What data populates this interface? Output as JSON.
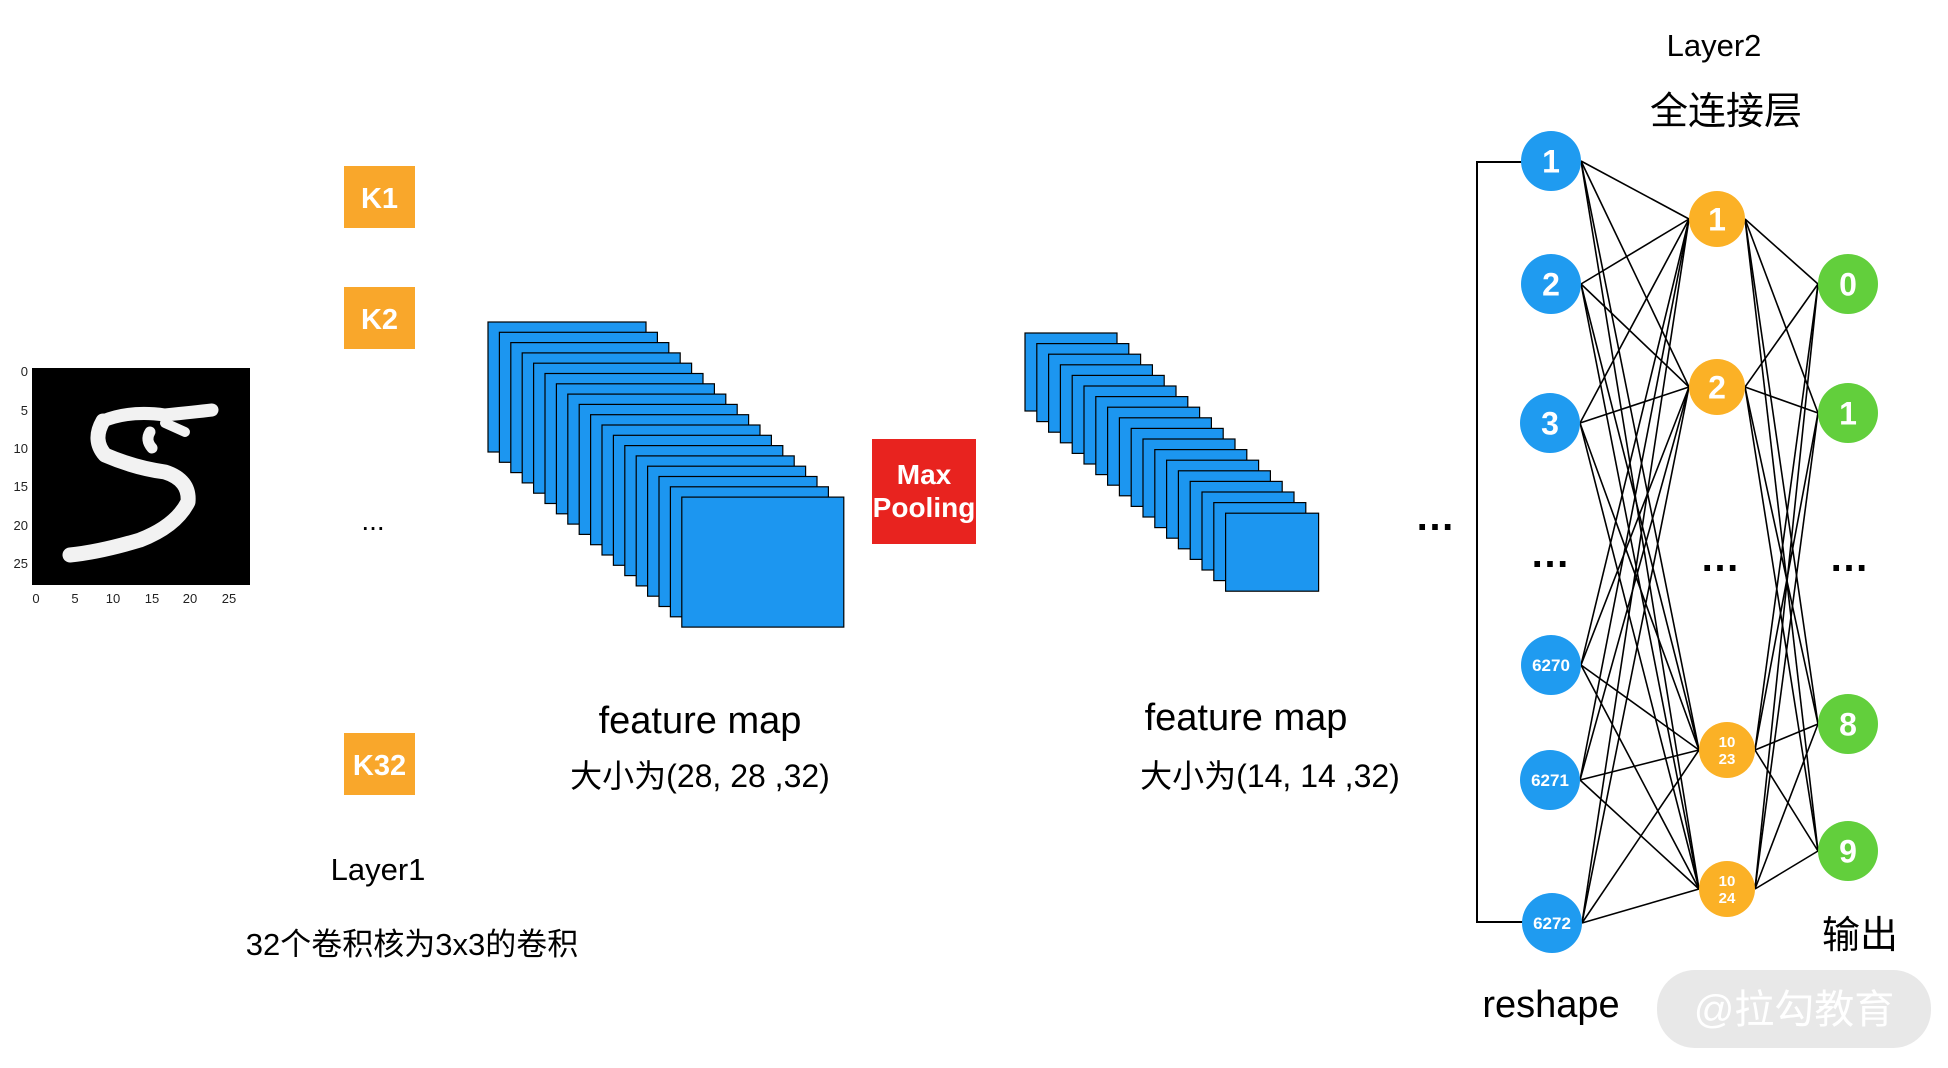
{
  "colors": {
    "kernel": "#f9a72b",
    "feature_map": "#1c96f0",
    "max_pooling": "#e8231f",
    "input_neuron": "#1f9bf0",
    "hidden_neuron": "#fbb126",
    "output_neuron": "#62cf3c",
    "edge": "#000000"
  },
  "input_image": {
    "y_ticks": [
      "0",
      "5",
      "10",
      "15",
      "20",
      "25"
    ],
    "x_ticks": [
      "0",
      "5",
      "10",
      "15",
      "20",
      "25"
    ]
  },
  "kernels": {
    "labels": [
      "K1",
      "K2",
      "K32"
    ],
    "ellipsis": "..."
  },
  "layer1": {
    "title": "Layer1",
    "caption": "32个卷积核为3x3的卷积"
  },
  "feature_map_1": {
    "title": "feature map",
    "caption": "大小为(28, 28 ,32)"
  },
  "max_pooling": {
    "line1": "Max",
    "line2": "Pooling"
  },
  "feature_map_2": {
    "title": "feature map",
    "caption": "大小为(14, 14 ,32)"
  },
  "between_ellipsis": "…",
  "layer2": {
    "title": "Layer2",
    "subtitle": "全连接层"
  },
  "network": {
    "input_neurons": [
      "1",
      "2",
      "3",
      "6270",
      "6271",
      "6272"
    ],
    "hidden_neurons": [
      "1",
      "2",
      "10 23",
      "10 24"
    ],
    "output_neurons": [
      "0",
      "1",
      "8",
      "9"
    ],
    "ellipsis": "…",
    "reshape_label": "reshape",
    "output_label": "输出"
  },
  "watermark": "@拉勾教育"
}
